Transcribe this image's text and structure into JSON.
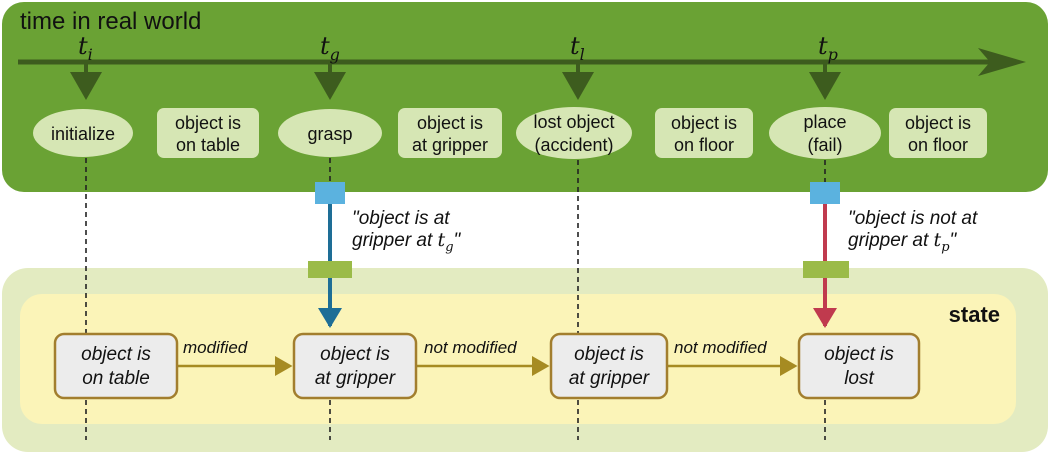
{
  "colors": {
    "world_band": "#6aa234",
    "time_arrow": "#3d5c1e",
    "world_node_fill": "#d6e6b4",
    "state_outer": "#e3ebc1",
    "state_inner": "#fbf4b8",
    "state_label": "#b08c1e",
    "state_arrow": "#a68b22",
    "state_box_border": "#a27e2e",
    "state_box_fill": "#ececec",
    "blue": "#1e6e96",
    "blue_square": "#5bb2df",
    "red": "#c03a4e",
    "green_marker": "#9bbb48",
    "dashed": "#222222"
  },
  "world": {
    "title": "time in real world",
    "times": [
      {
        "base": "t",
        "sub": "i"
      },
      {
        "base": "t",
        "sub": "g"
      },
      {
        "base": "t",
        "sub": "l"
      },
      {
        "base": "t",
        "sub": "p"
      }
    ],
    "events": [
      {
        "lines": [
          "initialize"
        ]
      },
      {
        "lines": [
          "grasp"
        ]
      },
      {
        "lines": [
          "lost object",
          "(accident)"
        ]
      },
      {
        "lines": [
          "place",
          "(fail)"
        ]
      }
    ],
    "states": [
      {
        "lines": [
          "object is",
          "on table"
        ]
      },
      {
        "lines": [
          "object is",
          "at gripper"
        ]
      },
      {
        "lines": [
          "object is",
          "on floor"
        ]
      },
      {
        "lines": [
          "object is",
          "on floor"
        ]
      }
    ]
  },
  "observations": [
    {
      "line1": "\"object is at",
      "line2": "gripper at ",
      "base": "t",
      "sub": "g",
      "close": "\""
    },
    {
      "line1": "\"object is not at",
      "line2": "gripper at ",
      "base": "t",
      "sub": "p",
      "close": "\""
    }
  ],
  "state": {
    "label": "state",
    "boxes": [
      {
        "lines": [
          "object is",
          "on table"
        ]
      },
      {
        "lines": [
          "object is",
          "at gripper"
        ]
      },
      {
        "lines": [
          "object is",
          "at gripper"
        ]
      },
      {
        "lines": [
          "object is",
          "lost"
        ]
      }
    ],
    "transitions": [
      {
        "label": "modified"
      },
      {
        "label": "not modified"
      },
      {
        "label": "not modified"
      }
    ]
  }
}
